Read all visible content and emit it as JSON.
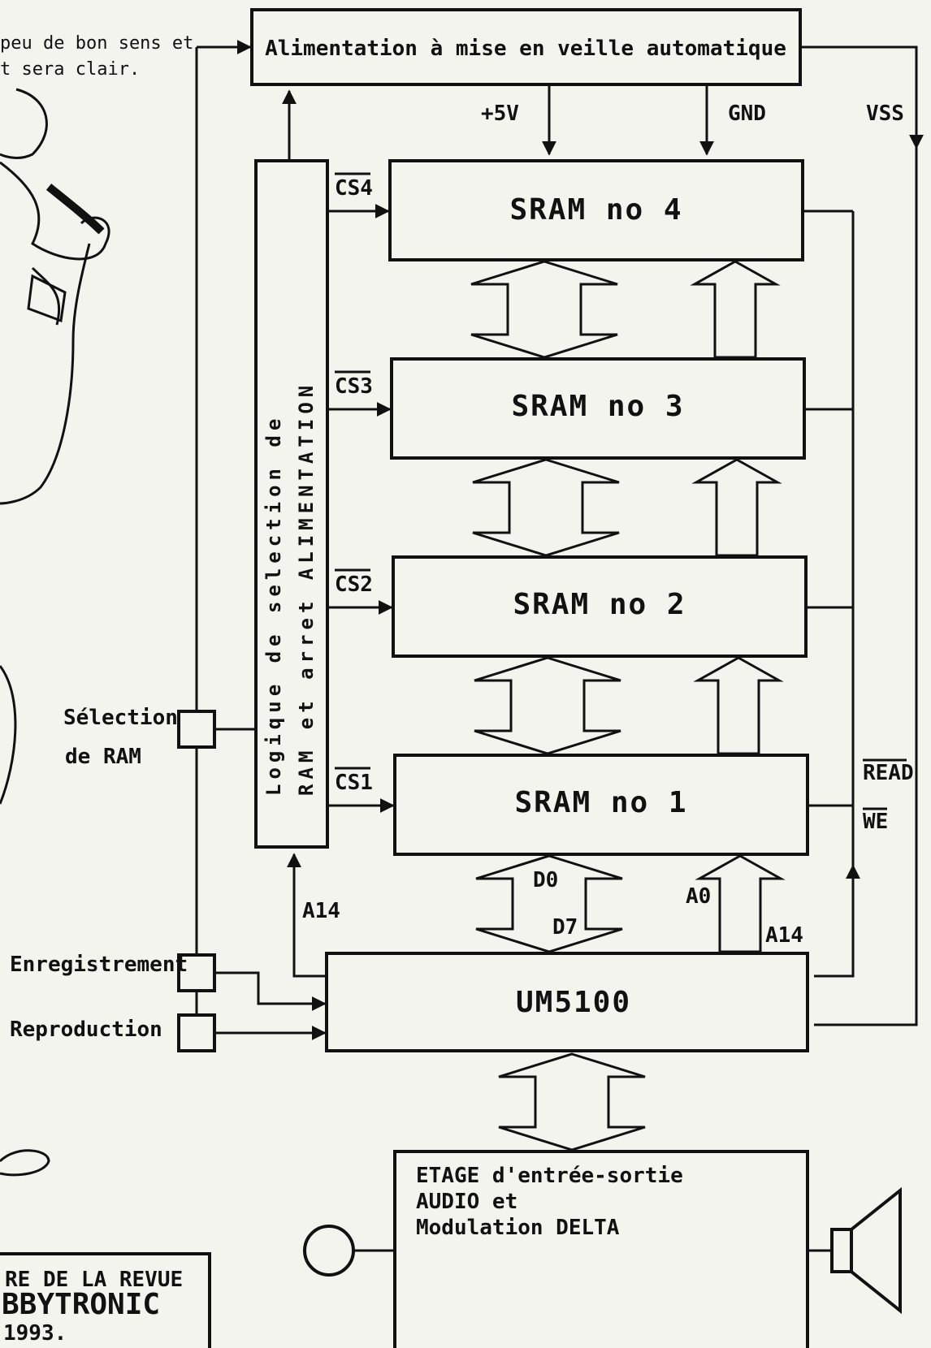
{
  "caption_top": {
    "line1": "peu de bon sens et",
    "line2": "t sera clair."
  },
  "psu": {
    "label": "Alimentation à mise en veille automatique"
  },
  "rails": {
    "plus5v": "+5V",
    "gnd": "GND",
    "vss": "VSS"
  },
  "logic": {
    "line1": "Logique de selection de",
    "line2": "RAM et arret ALIMENTATION"
  },
  "srams": [
    {
      "label": "SRAM no 4",
      "cs": "CS4"
    },
    {
      "label": "SRAM no 3",
      "cs": "CS3"
    },
    {
      "label": "SRAM no 2",
      "cs": "CS2"
    },
    {
      "label": "SRAM no 1",
      "cs": "CS1"
    }
  ],
  "signals": {
    "read": "READ",
    "we": "WE",
    "a14_logic": "A14",
    "d0": "D0",
    "d7": "D7",
    "a0": "A0",
    "a14": "A14"
  },
  "inputs": {
    "selection_line1": "Sélection",
    "selection_line2": "de RAM",
    "record": "Enregistrement",
    "play": "Reproduction"
  },
  "controller": {
    "label": "UM5100"
  },
  "audio": {
    "line1": "ETAGE d'entrée-sortie",
    "line2": "AUDIO et",
    "line3": "Modulation DELTA"
  },
  "footer": {
    "line1": "RE DE LA REVUE",
    "line2": "BBYTRONIC",
    "line3": "1993."
  }
}
